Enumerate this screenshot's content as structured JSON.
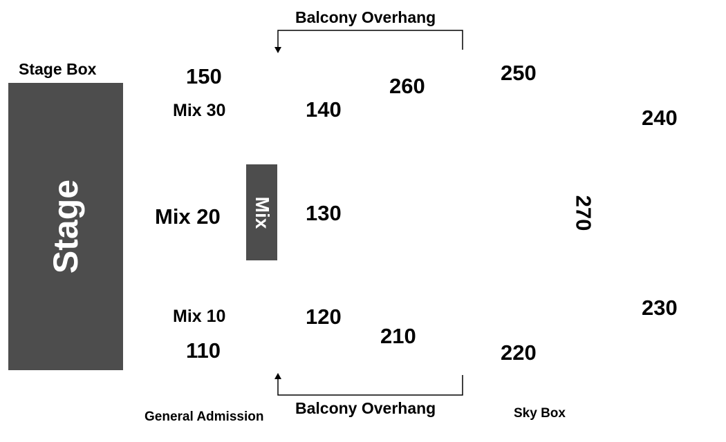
{
  "stage_box_label": "Stage Box",
  "stage_label": "Stage",
  "mix_booth_label": "Mix",
  "balcony_top_label": "Balcony Overhang",
  "balcony_bottom_label": "Balcony Overhang",
  "general_admission_label": "General Admission",
  "sky_box_label": "Sky Box",
  "sections": {
    "s150": "150",
    "s140": "140",
    "s130": "130",
    "s120": "120",
    "s110": "110",
    "s260": "260",
    "s250": "250",
    "s240": "240",
    "s270": "270",
    "s230": "230",
    "s220": "220",
    "s210": "210"
  },
  "mix_positions": {
    "m30": "Mix 30",
    "m20": "Mix 20",
    "m10": "Mix 10"
  },
  "colors": {
    "stage": "#4d4d4d",
    "text": "#000000",
    "block_text": "#ffffff"
  }
}
